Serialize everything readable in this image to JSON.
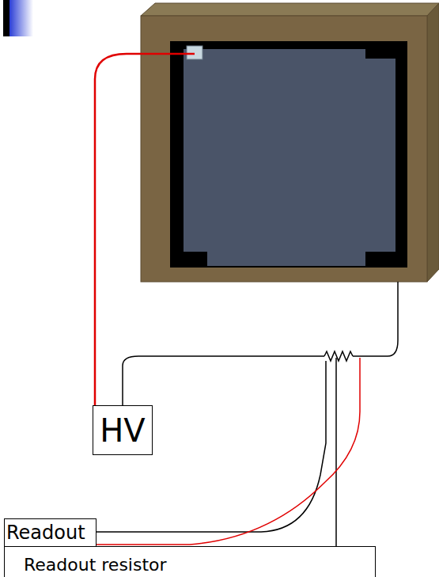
{
  "diagram": {
    "nodes": [
      {
        "text": [
          "HV"
        ]
      },
      {
        "text": [
          "Readout"
        ]
      },
      {
        "text": [
          "Readout resistor"
        ]
      }
    ]
  }
}
